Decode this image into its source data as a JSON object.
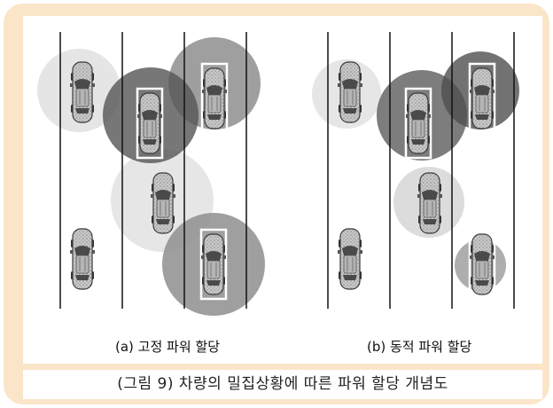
{
  "subcaptions": {
    "a": "(a) 고정 파워 할당",
    "b": "(b) 동적 파워 할당"
  },
  "caption": "(그림 9) 차량의 밀집상황에 따른 파워 할당 개념도",
  "colors": {
    "frame": "#fbe5c9",
    "light_range": "#dcdcdc",
    "mid_range": "#9c9c9c",
    "dark_range": "#5a5a5a",
    "car_body": "#c8c8c8",
    "highlight_box": "#ffffff"
  },
  "icons": [
    "car-icon"
  ]
}
